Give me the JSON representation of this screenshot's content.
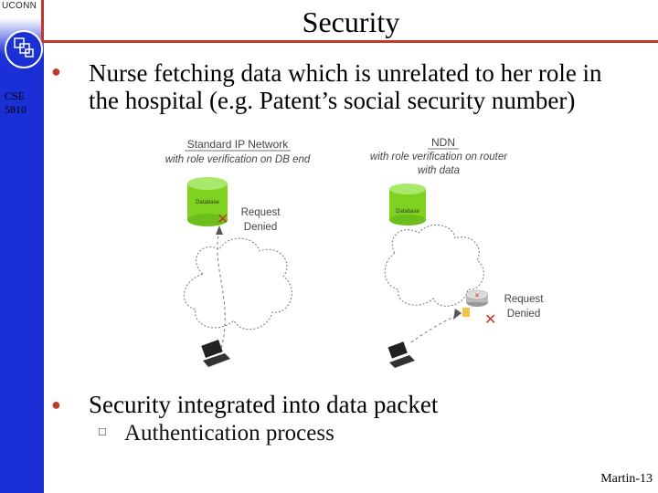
{
  "header": {
    "org": "UCONN",
    "title": "Security"
  },
  "sidebar": {
    "course_line1": "CSE",
    "course_line2": "5810"
  },
  "bullets": [
    {
      "line1": "Nurse fetching data which is unrelated to her role in",
      "line2": "the hospital (e.g. Patent’s social security number)"
    },
    {
      "line1": "Security integrated into data packet",
      "sub": "Authentication process"
    }
  ],
  "diagram": {
    "left_title": "Standard IP Network",
    "left_subtitle": "with role verification on DB end",
    "left_db": "Database",
    "left_status_1": "Request",
    "left_status_2": "Denied",
    "right_title": "NDN",
    "right_subtitle_1": "with role verification on router",
    "right_subtitle_2": "with data",
    "right_db": "Database",
    "right_status_1": "Request",
    "right_status_2": "Denied"
  },
  "footer": {
    "page": "Martin-13"
  },
  "colors": {
    "accent_red": "#c0392b",
    "sidebar_blue": "#1a2fd6",
    "db_green": "#7ed321"
  }
}
